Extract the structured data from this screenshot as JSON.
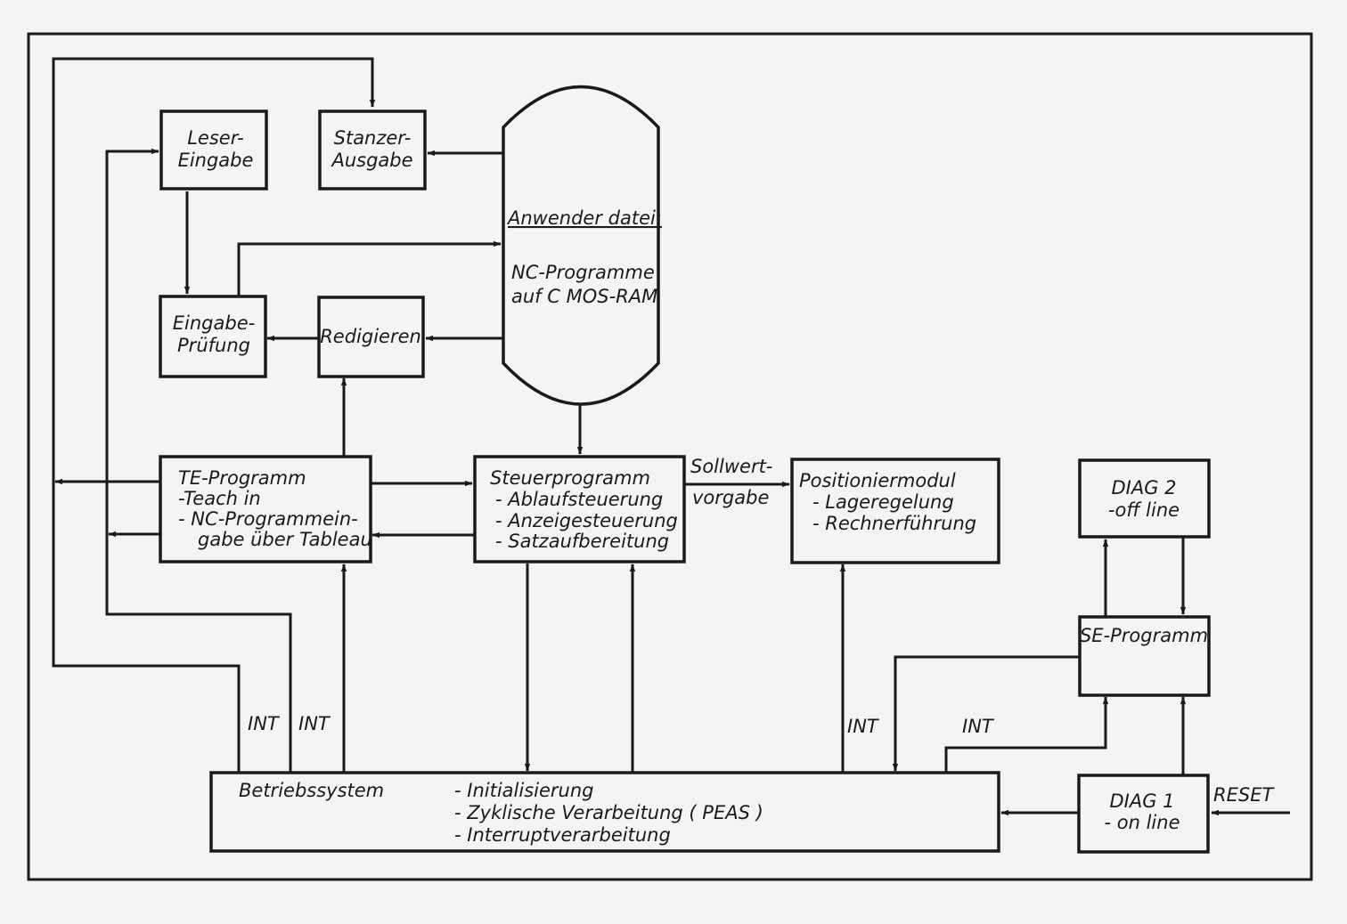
{
  "blocks": {
    "leser": [
      "Leser-",
      "Eingabe"
    ],
    "stanzer": [
      "Stanzer-",
      "Ausgabe"
    ],
    "anwenderdatei": {
      "title": "Anwender datei:",
      "lines": [
        "NC-Programme",
        "auf  C MOS-RAM"
      ]
    },
    "eingabe_pruefung": [
      "Eingabe-",
      "Prüfung"
    ],
    "redigieren": "Redigieren",
    "te_programm": [
      "TE-Programm",
      "-Teach  in",
      "- NC-Programmein-",
      "gabe über Tableau"
    ],
    "steuerprogramm": [
      "Steuerprogramm",
      "- Ablaufsteuerung",
      "- Anzeigesteuerung",
      "- Satzaufbereitung"
    ],
    "positioniermodul": [
      "Positioniermodul",
      "- Lageregelung",
      "- Rechnerführung"
    ],
    "diag2": [
      "DIAG 2",
      "-off line"
    ],
    "se_programm": "SE-Programm",
    "betriebssystem": {
      "title": "Betriebssystem",
      "items": [
        "- Initialisierung",
        "- Zyklische  Verarbeitung ( PEAS )",
        "- Interruptverarbeitung"
      ]
    },
    "diag1": [
      "DIAG 1",
      "- on line"
    ]
  },
  "labels": {
    "sollwert": [
      "Sollwert-",
      "vorgabe"
    ],
    "int": "INT",
    "reset": "RESET"
  }
}
